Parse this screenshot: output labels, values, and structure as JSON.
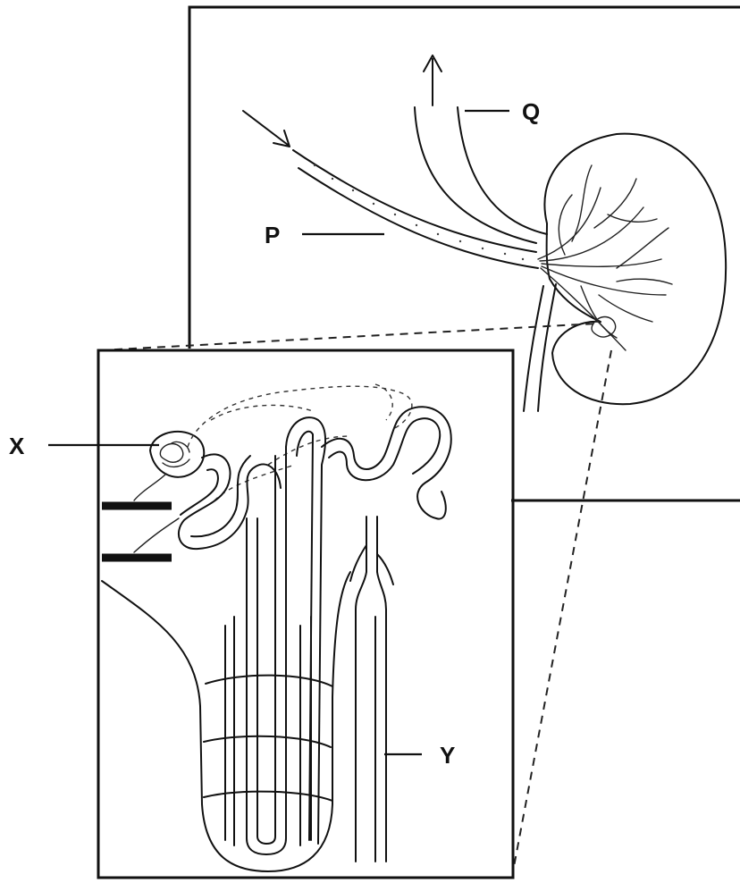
{
  "labels": {
    "p": "P",
    "q": "Q",
    "x": "X",
    "y": "Y"
  }
}
